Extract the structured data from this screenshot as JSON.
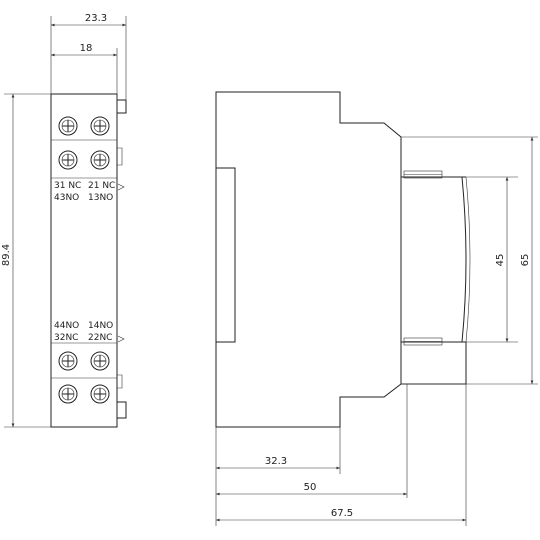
{
  "front_view": {
    "width_overall": "23.3",
    "width_body": "18",
    "height": "89.4",
    "terminal_labels": {
      "upper_row1_left": "31 NC",
      "upper_row1_right": "21 NC",
      "upper_row2_left": "43NO",
      "upper_row2_right": "13NO",
      "lower_row1_left": "44NO",
      "lower_row1_right": "14NO",
      "lower_row2_left": "32NC",
      "lower_row2_right": "22NC"
    }
  },
  "side_view": {
    "dim_depth_1": "32.3",
    "dim_depth_2": "50",
    "dim_depth_3": "67.5",
    "dim_height_inner": "45",
    "dim_height_outer": "65"
  }
}
